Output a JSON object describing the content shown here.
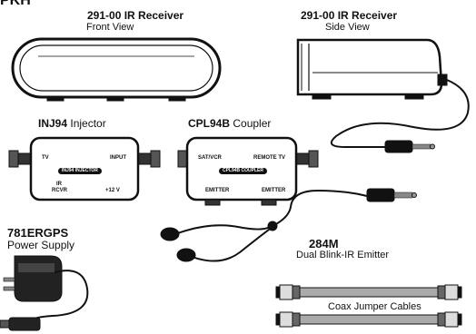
{
  "header_fragment": "PKH",
  "receiver_front": {
    "model": "291-00 IR Receiver",
    "view": "Front View"
  },
  "receiver_side": {
    "model": "291-00 IR Receiver",
    "view": "Side View"
  },
  "injector": {
    "model": "INJ94",
    "name": "Injector",
    "port_tv": "TV",
    "port_input": "INPUT",
    "badge": "INJ94 INJECTOR",
    "port_ir": "IR",
    "port_rcvr": "RCVR",
    "port_power": "+12 V"
  },
  "coupler": {
    "model": "CPL94B",
    "name": "Coupler",
    "port_sat": "SAT/VCR",
    "port_remote": "REMOTE TV",
    "badge": "CPL94B COUPLER",
    "port_emitter1": "EMITTER",
    "port_emitter2": "EMITTER"
  },
  "power_supply": {
    "model": "781ERGPS",
    "name": "Power Supply"
  },
  "emitter": {
    "model": "284M",
    "name": "Dual Blink-IR Emitter"
  },
  "coax": {
    "label": "Coax Jumper Cables"
  }
}
